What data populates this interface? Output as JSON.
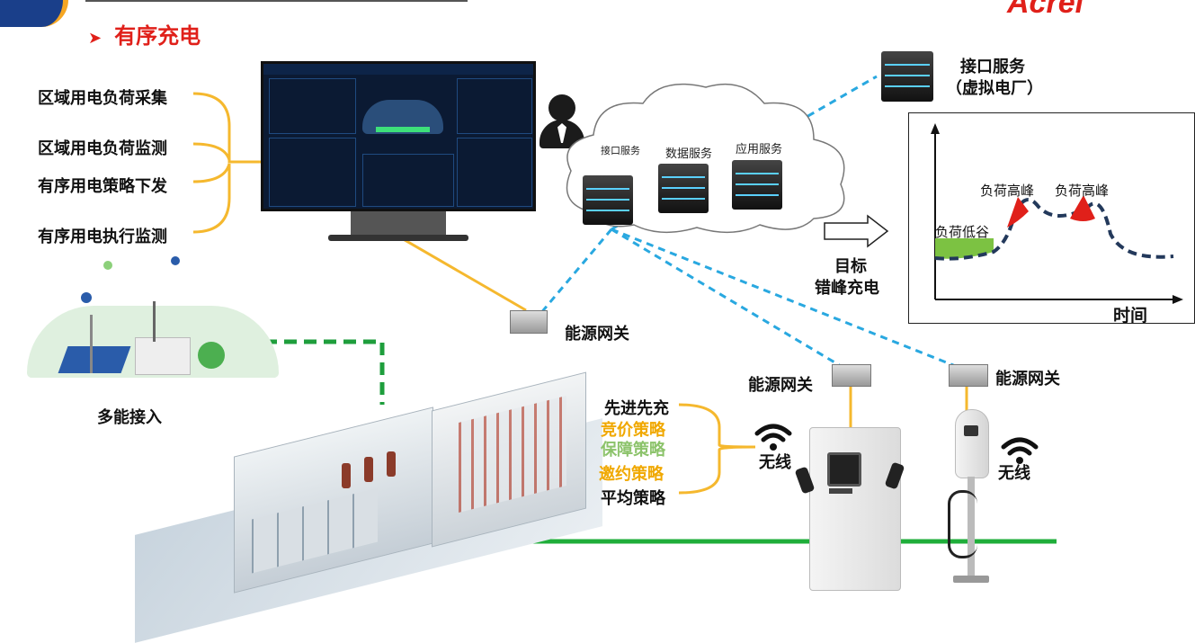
{
  "title": "有序充电",
  "brand": "Acrel",
  "left_functions": [
    "区域用电负荷采集",
    "区域用电负荷监测",
    "有序用电策略下发",
    "有序用电执行监测"
  ],
  "multi_energy": "多能接入",
  "cloud": {
    "services": [
      "接口服务",
      "数据服务",
      "应用服务"
    ]
  },
  "vpp": {
    "line1": "接口服务",
    "line2": "（虚拟电厂）"
  },
  "target": {
    "line1": "目标",
    "line2": "错峰充电"
  },
  "chart": {
    "valley_label": "负荷低谷",
    "peak_label_1": "负荷高峰",
    "peak_label_2": "负荷高峰",
    "xlabel": "时间"
  },
  "gateway_label": "能源网关",
  "strategies": [
    {
      "text": "先进先充",
      "color": "#111111"
    },
    {
      "text": "竞价策略",
      "color": "#f0a800"
    },
    {
      "text": "保障策略",
      "color": "#8cc36b"
    },
    {
      "text": "邀约策略",
      "color": "#f0a800"
    },
    {
      "text": "平均策略",
      "color": "#111111"
    }
  ],
  "wireless_label": "无线",
  "colors": {
    "accent_red": "#e0201a",
    "orange_line": "#f5b82e",
    "cyan_dash": "#29a8e0",
    "green_line": "#1fae3a",
    "green_dash": "#1e9e3c",
    "navy_curve": "#23395b"
  },
  "icons": [
    "user-icon",
    "server-icon",
    "gateway-icon",
    "wifi-icon",
    "charger-icon",
    "monitor-icon"
  ]
}
